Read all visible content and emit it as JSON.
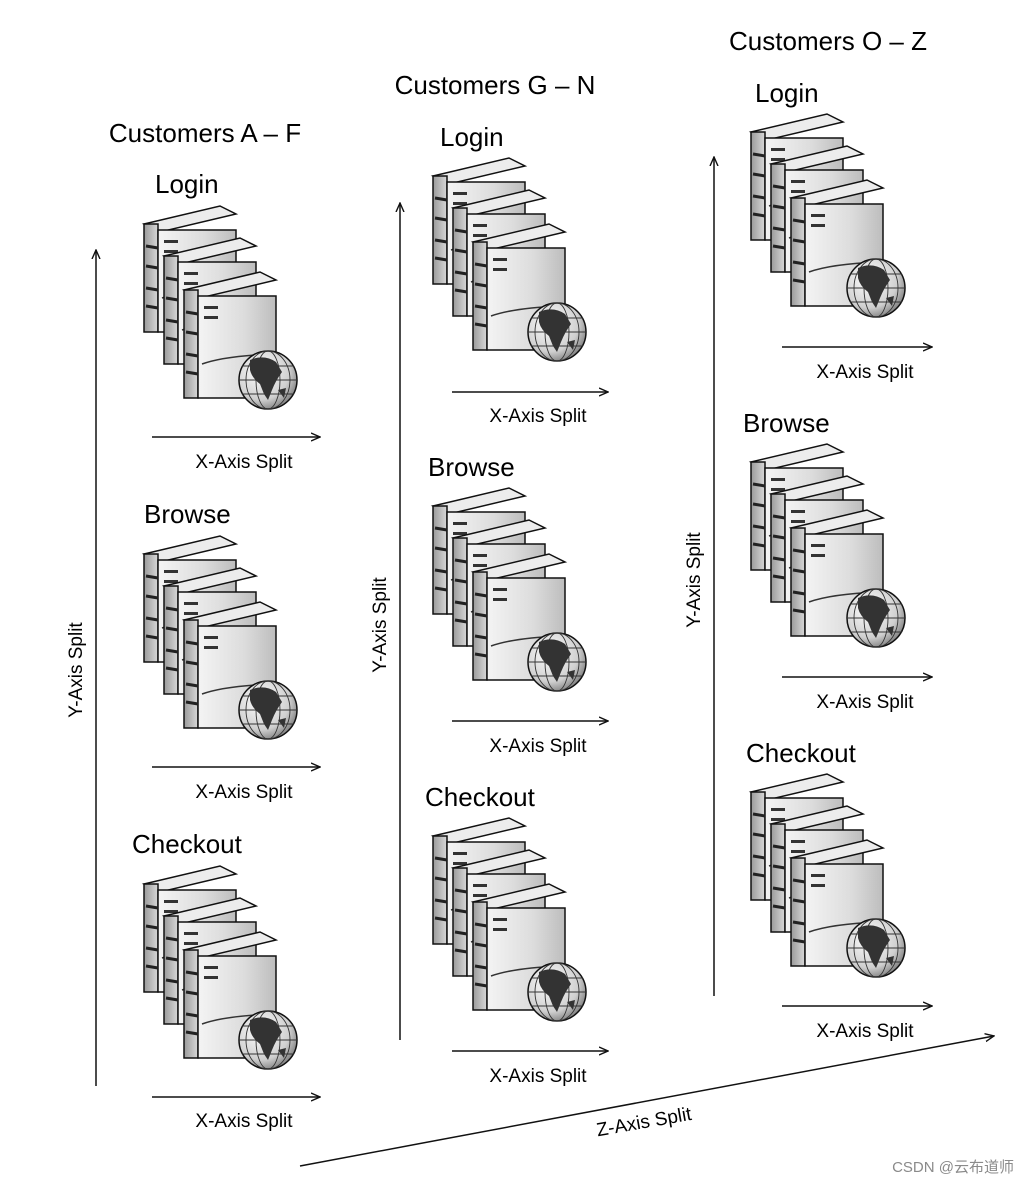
{
  "diagram": {
    "columns": [
      {
        "title": "Customers A – F",
        "y_axis_label": "Y-Axis Split",
        "groups": [
          {
            "label": "Login",
            "x_axis_label": "X-Axis Split"
          },
          {
            "label": "Browse",
            "x_axis_label": "X-Axis Split"
          },
          {
            "label": "Checkout",
            "x_axis_label": "X-Axis Split"
          }
        ]
      },
      {
        "title": "Customers G – N",
        "y_axis_label": "Y-Axis Split",
        "groups": [
          {
            "label": "Login",
            "x_axis_label": "X-Axis Split"
          },
          {
            "label": "Browse",
            "x_axis_label": "X-Axis Split"
          },
          {
            "label": "Checkout",
            "x_axis_label": "X-Axis Split"
          }
        ]
      },
      {
        "title": "Customers O – Z",
        "y_axis_label": "Y-Axis Split",
        "groups": [
          {
            "label": "Login",
            "x_axis_label": "X-Axis Split"
          },
          {
            "label": "Browse",
            "x_axis_label": "X-Axis Split"
          },
          {
            "label": "Checkout",
            "x_axis_label": "X-Axis Split"
          }
        ]
      }
    ],
    "z_axis_label": "Z-Axis Split",
    "icons": {
      "server": "server-icon",
      "globe": "globe-icon"
    }
  },
  "watermark": "CSDN @云布道师"
}
